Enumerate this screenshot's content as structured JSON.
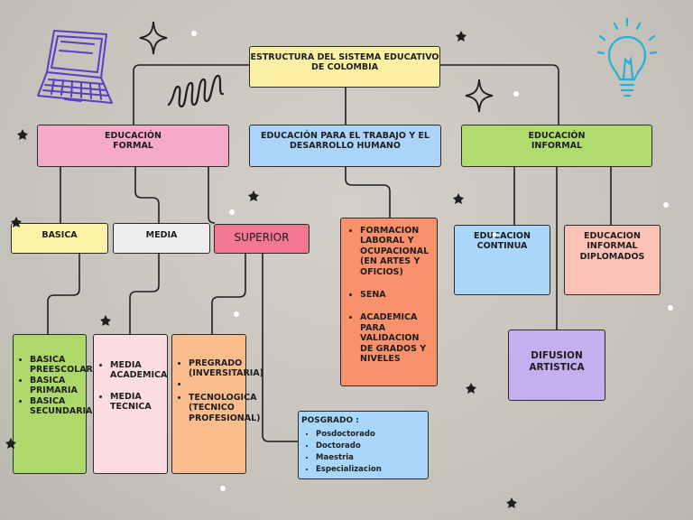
{
  "title": "ESTRUCTURA DEL SISTEMA EDUCATIVO DE COLOMBIA",
  "colors": {
    "title": "#fcf0a5",
    "formal": "#f6a9c8",
    "trabajo": "#abd4fa",
    "informal": "#afdc6c",
    "basica": "#fbf1a7",
    "media": "#eeeeee",
    "superior": "#f27891",
    "orange": "#f9916d",
    "violet": "#c5b0ef",
    "line": "#1e1e1e"
  },
  "icons": [
    "laptop-icon",
    "lightbulb-icon",
    "sparkle-icon",
    "spiral-doodle",
    "star-icon"
  ],
  "categories": {
    "formal": "EDUCACIÓN FORMAL",
    "trabajo": "EDUCACIÓN PARA EL TRABAJO Y EL DESARROLLO HUMANO",
    "informal": "EDUCACIÓN INFORMAL"
  },
  "formal_levels": {
    "basica": "BASICA",
    "media": "MEDIA",
    "superior": "SUPERIOR"
  },
  "basica_items": [
    "BASICA PREESCOLAR",
    "BASICA PRIMARIA",
    "BASICA SECUNDARIA"
  ],
  "media_items": [
    "MEDIA ACADEMICA",
    "MEDIA TECNICA"
  ],
  "superior_items": [
    "PREGRADO (INVERSITARIA)",
    "",
    "TECNOLOGICA (TECNICO PROFESIONAL)"
  ],
  "posgrado": {
    "label": "POSGRADO :",
    "items": [
      "Posdoctorado",
      "Doctorado",
      "Maestria",
      "Especializacion"
    ]
  },
  "trabajo_items": [
    "FORMACION LABORAL Y OCUPACIONAL (EN ARTES Y OFICIOS)",
    "SENA",
    "ACADEMICA PARA VALIDACION DE GRADOS Y NIVELES"
  ],
  "informal_items": {
    "continua": "EDUCACION CONTINUA",
    "diplomados": "EDUCACION INFORMAL DIPLOMADOS",
    "difusion": "DIFUSION ARTISTICA"
  }
}
